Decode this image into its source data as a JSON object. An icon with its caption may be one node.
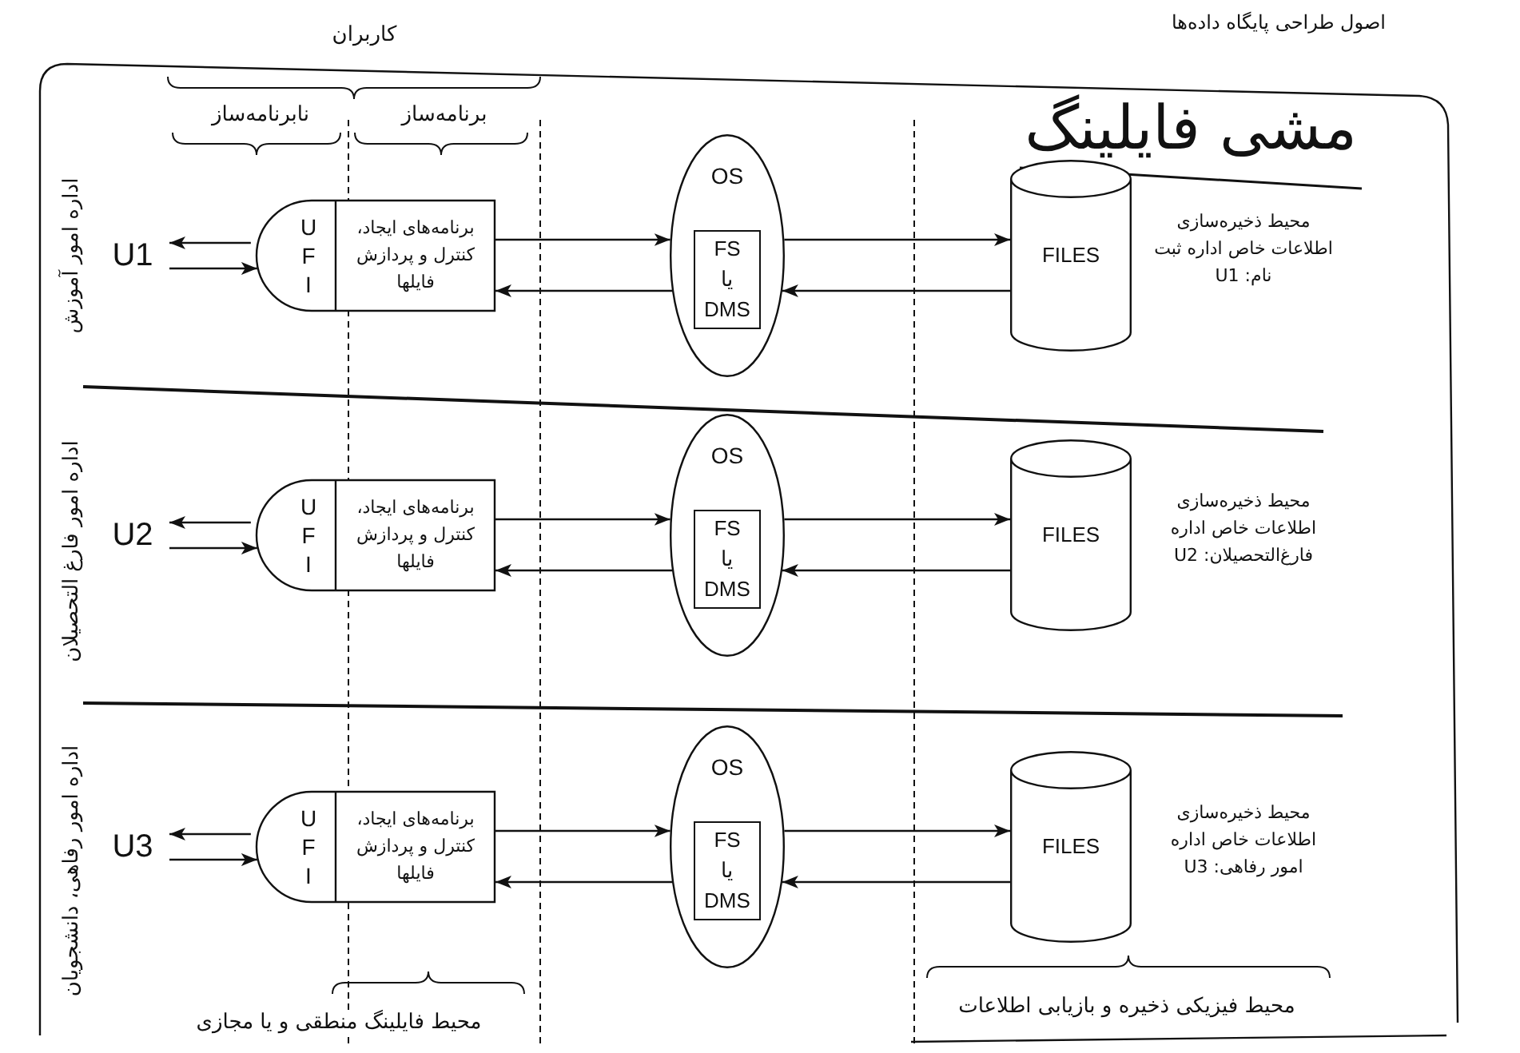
{
  "diagram": {
    "title": "مشی فایلینگ",
    "nodes": [
      {
        "text": [
          "U1"
        ]
      },
      {
        "text": [
          "برنامه‌های ایجاد، کنترل و پردازش فایلها",
          "U F I"
        ]
      },
      {
        "text": [
          "OS"
        ]
      },
      {
        "text": [
          "FS یا DMS"
        ],
        "in": 2
      },
      {
        "text": [
          "FILES"
        ],
        "beside": [
          "محیط ذخیره‌سازی اطلاعات خاص اداره ثبت نام: U1"
        ]
      },
      {
        "text": [
          "U2"
        ]
      },
      {
        "text": [
          "برنامه‌های ایجاد، کنترل و پردازش فایلها",
          "U F I"
        ]
      },
      {
        "text": [
          "OS"
        ]
      },
      {
        "text": [
          "FS یا DMS"
        ],
        "in": 7
      },
      {
        "text": [
          "FILES"
        ],
        "beside": [
          "محیط ذخیره‌سازی اطلاعات خاص اداره فارغ‌التحصیلان: U2"
        ]
      },
      {
        "text": [
          "U3"
        ]
      },
      {
        "text": [
          "برنامه‌های ایجاد، کنترل و پردازش فایلها",
          "U F I"
        ]
      },
      {
        "text": [
          "OS"
        ]
      },
      {
        "text": [
          "FS یا DMS"
        ],
        "in": 12
      },
      {
        "text": [
          "FILES"
        ],
        "beside": [
          "محیط ذخیره‌سازی اطلاعات خاص اداره امور رفاهی: U3"
        ]
      }
    ],
    "edges": [
      {
        "from": 1,
        "to": 0,
        "arrow": "to"
      },
      {
        "from": 0,
        "to": 1,
        "arrow": "to"
      },
      {
        "from": 1,
        "to": 2,
        "arrow": "to"
      },
      {
        "from": 2,
        "to": 1,
        "arrow": "to"
      },
      {
        "from": 2,
        "to": 4,
        "arrow": "to"
      },
      {
        "from": 4,
        "to": 2,
        "arrow": "to"
      },
      {
        "from": 6,
        "to": 5,
        "arrow": "to"
      },
      {
        "from": 5,
        "to": 6,
        "arrow": "to"
      },
      {
        "from": 6,
        "to": 7,
        "arrow": "to"
      },
      {
        "from": 7,
        "to": 6,
        "arrow": "to"
      },
      {
        "from": 7,
        "to": 9,
        "arrow": "to"
      },
      {
        "from": 9,
        "to": 7,
        "arrow": "to"
      },
      {
        "from": 11,
        "to": 10,
        "arrow": "to"
      },
      {
        "from": 10,
        "to": 11,
        "arrow": "to"
      },
      {
        "from": 11,
        "to": 12,
        "arrow": "to"
      },
      {
        "from": 12,
        "to": 11,
        "arrow": "to"
      },
      {
        "from": 12,
        "to": 14,
        "arrow": "to"
      },
      {
        "from": 14,
        "to": 12,
        "arrow": "to"
      }
    ],
    "labels": [
      "اصول طراحی پایگاه داده‌ها",
      "کاربران",
      "نابرنامه‌ساز",
      "برنامه‌ساز",
      "اداره امور آموزش",
      "اداره امور فارغ التحصیلان",
      "اداره امور رفاهی، دانشجویان",
      "محیط فایلینگ منطقی و یا مجازی",
      "محیط فیزیکی ذخیره و بازیابی اطلاعات"
    ]
  }
}
